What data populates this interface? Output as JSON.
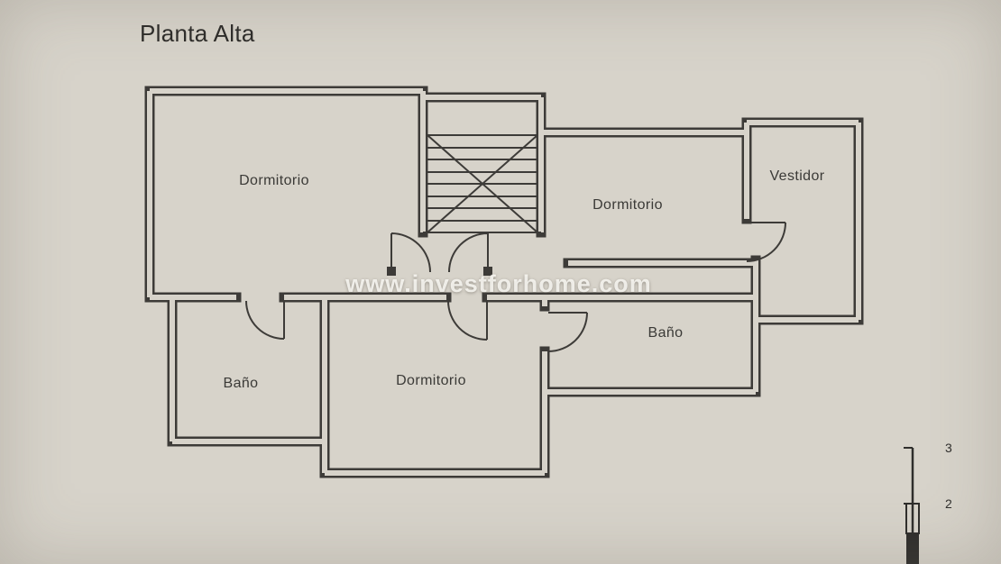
{
  "page": {
    "title": "Planta Alta",
    "watermark": "www.investforhome.com"
  },
  "rooms": [
    {
      "name": "dormitorio-principal",
      "label": "Dormitorio"
    },
    {
      "name": "dormitorio-medio",
      "label": "Dormitorio"
    },
    {
      "name": "vestidor",
      "label": "Vestidor"
    },
    {
      "name": "bano-izquierdo",
      "label": "Baño"
    },
    {
      "name": "dormitorio-inferior",
      "label": "Dormitorio"
    },
    {
      "name": "bano-derecho",
      "label": "Baño"
    }
  ],
  "scale_bar": {
    "labels": [
      "3",
      "2"
    ]
  },
  "colors": {
    "paper": "#d7d3ca",
    "ink": "#3d3b38",
    "watermark_text": "#faf9f5"
  }
}
